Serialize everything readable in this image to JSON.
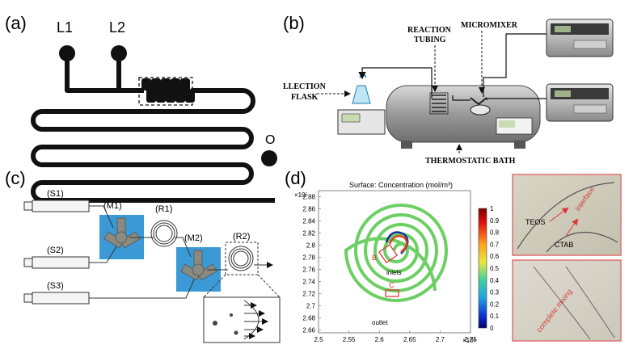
{
  "panels": {
    "a": {
      "label": "(a)",
      "inlet1": "L1",
      "inlet2": "L2",
      "outlet": "O"
    },
    "b": {
      "label": "(b)",
      "reaction_tubing_line1": "REACTION",
      "reaction_tubing_line2": "TUBING",
      "micromixer": "MICROMIXER",
      "flask_line1": "LLECTION",
      "flask_line2": "FLASK",
      "bath": "THERMOSTATIC BATH"
    },
    "c": {
      "label": "(c)",
      "s1": "(S1)",
      "s2": "(S2)",
      "s3": "(S3)",
      "m1": "(M1)",
      "m2": "(M2)",
      "r1": "(R1)",
      "r2": "(R2)"
    },
    "d": {
      "label": "(d)",
      "plot_title": "Surface: Concentration (mol/m³)",
      "y_exponent": "×10⁵",
      "x_exponent": "×10⁵",
      "marker_b": "B",
      "marker_c": "C",
      "inlets": "inlets",
      "outlet": "outlet",
      "photo_top": {
        "teos": "TEOS",
        "interface": "interface",
        "ctab": "CTAB"
      },
      "photo_bottom": {
        "complete_mixing": "complete mixing"
      }
    }
  },
  "chart_data": {
    "type": "heatmap",
    "title": "Surface: Concentration (mol/m³)",
    "x_ticks": [
      "2.5",
      "2.55",
      "2.6",
      "2.65",
      "2.7",
      "2.75"
    ],
    "y_ticks": [
      "2.88",
      "2.86",
      "2.84",
      "2.82",
      "2.8",
      "2.78",
      "2.76",
      "2.74",
      "2.72",
      "2.7",
      "2.68",
      "2.66"
    ],
    "xlim": [
      2.5,
      2.75
    ],
    "ylim": [
      2.655,
      2.89
    ],
    "colorbar_ticks": [
      "1",
      "0.9",
      "0.8",
      "0.7",
      "0.6",
      "0.5",
      "0.4",
      "0.3",
      "0.2",
      "0.1",
      "0"
    ],
    "colorbar_range": [
      0,
      1
    ],
    "colors": {
      "spiral": "#6ccf63",
      "colorbar_top": "#8b0000",
      "colorbar_mid": "#3fd0b0",
      "colorbar_bottom": "#00008b",
      "marker": "#d83030"
    }
  }
}
